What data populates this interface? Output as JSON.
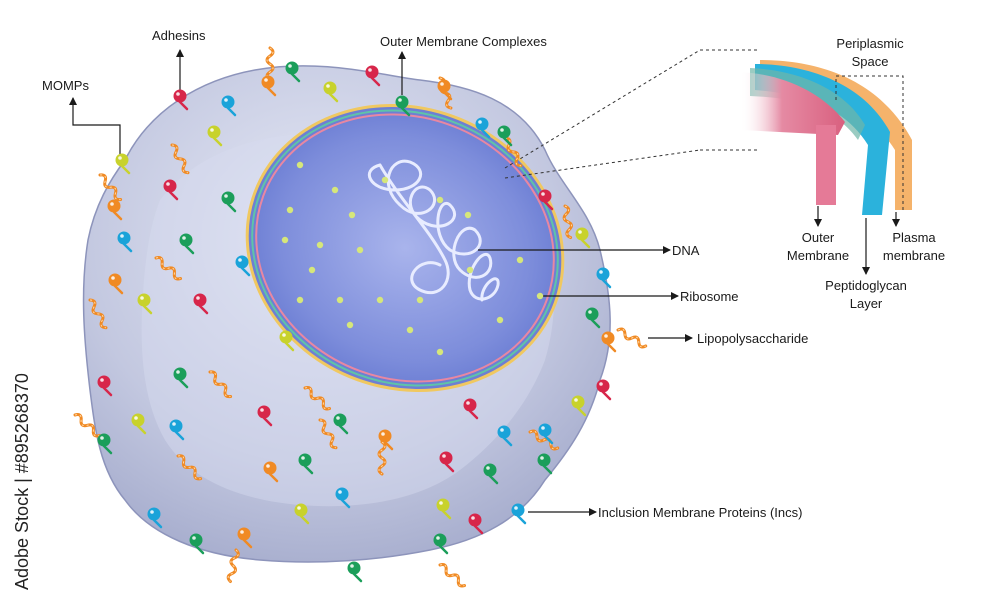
{
  "labels": {
    "adhesins": "Adhesins",
    "outer_membrane_complexes": "Outer Membrane Complexes",
    "momps": "MOMPs",
    "dna": "DNA",
    "ribosome": "Ribosome",
    "lipopolysaccharide": "Lipopolysaccharide",
    "incs": "Inclusion Membrane Proteins (Incs)"
  },
  "inset": {
    "periplasmic_line1": "Periplasmic",
    "periplasmic_line2": "Space",
    "outer_membrane_line1": "Outer",
    "outer_membrane_line2": "Membrane",
    "peptidoglycan_line1": "Peptidoglycan",
    "peptidoglycan_line2": "Layer",
    "plasma_line1": "Plasma",
    "plasma_line2": "membrane"
  },
  "watermark": "Adobe Stock | #895268370",
  "colors": {
    "red": "#d7264a",
    "teal": "#1b9e5a",
    "blue": "#1aa3d9",
    "yellow": "#c8d22c",
    "orange": "#f08a24",
    "outer_membrane": "#e57a97",
    "peptidoglycan": "#2bb2dc",
    "plasma_membrane": "#f5b36b"
  }
}
